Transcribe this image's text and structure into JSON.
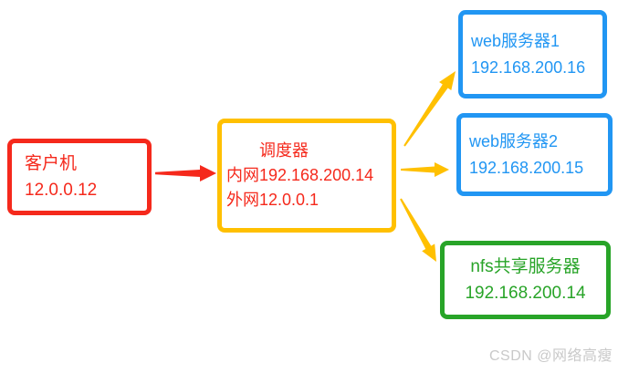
{
  "diagram": {
    "nodes": {
      "client": {
        "name": "客户机",
        "ip": "12.0.0.12"
      },
      "scheduler": {
        "name": "调度器",
        "intranet": "内网192.168.200.14",
        "extranet": "外网12.0.0.1"
      },
      "web1": {
        "name": "web服务器1",
        "ip": "192.168.200.16"
      },
      "web2": {
        "name": "web服务器2",
        "ip": "192.168.200.15"
      },
      "nfs": {
        "name": "nfs共享服务器",
        "ip": "192.168.200.14"
      }
    },
    "edges": [
      {
        "from": "client",
        "to": "scheduler",
        "color": "#f5291c"
      },
      {
        "from": "scheduler",
        "to": "web1",
        "color": "#ffc000"
      },
      {
        "from": "scheduler",
        "to": "web2",
        "color": "#ffc000"
      },
      {
        "from": "scheduler",
        "to": "nfs",
        "color": "#ffc000"
      }
    ]
  },
  "colors": {
    "background": "#ffffff",
    "client_border": "#f5291c",
    "client_text": "#f5291c",
    "scheduler_border": "#ffc000",
    "scheduler_text": "#f5291c",
    "web_border": "#2196f3",
    "web_text": "#2196f3",
    "nfs_border": "#28a428",
    "nfs_text": "#28a428",
    "arrow_red": "#f5291c",
    "arrow_yellow": "#ffc000",
    "watermark": "#c9c9c9"
  },
  "watermark": {
    "text": "CSDN @网络高瘦"
  }
}
